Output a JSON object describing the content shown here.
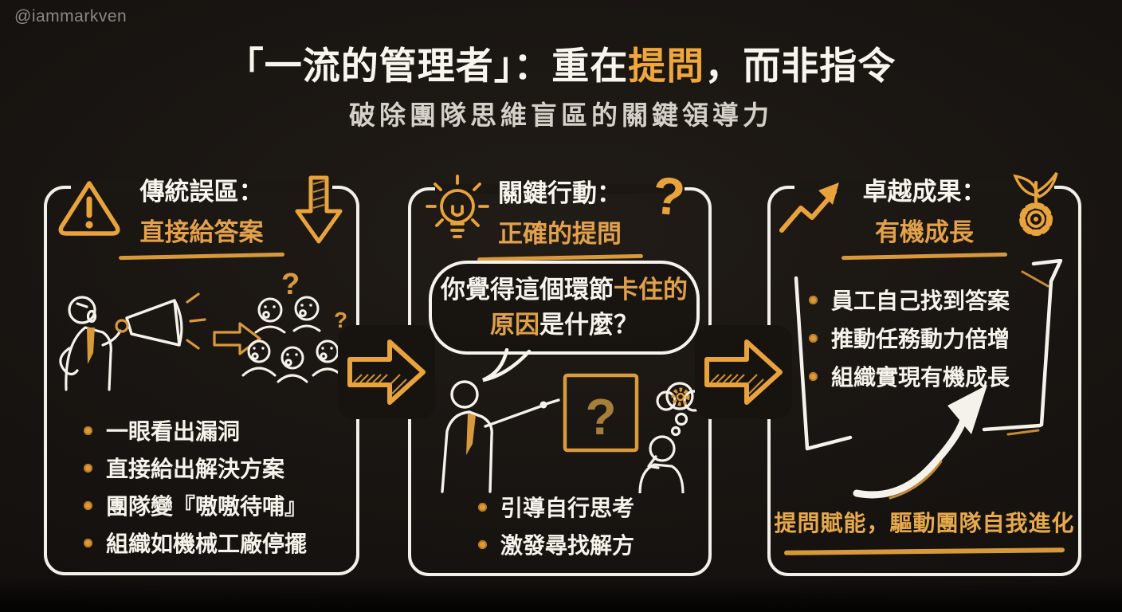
{
  "watermark": "@iammarkven",
  "header": {
    "title_prefix": "「一流的管理者」：重在",
    "title_highlight": "提問",
    "title_suffix": "，而非指令",
    "subtitle": "破除團隊思維盲區的關鍵領導力"
  },
  "colors": {
    "background": "#17130f",
    "accent_orange": "#e9a33c",
    "panel_orange_text": "#e2a14a",
    "white": "#f6f3ed",
    "subtitle_gray": "#d5d1c9",
    "board_question": "#a57e3a"
  },
  "glyphs": {
    "question_mark": "?"
  },
  "panels": [
    {
      "icon_left": "warning-triangle-icon",
      "icon_right": "block-arrow-down-icon",
      "title_line1": "傳統誤區：",
      "title_line2": "直接給答案",
      "illustration": "megaphone-manager-shouting-at-confused-crowd",
      "bullets": [
        "一眼看出漏洞",
        "直接給出解決方案",
        "團隊變『嗷嗷待哺』",
        "組織如機械工廠停擺"
      ]
    },
    {
      "icon_left": "lightbulb-icon",
      "icon_right": "question-mark-icon",
      "title_line1": "關鍵行動：",
      "title_line2": "正確的提問",
      "speech_bubble": {
        "prefix": "你覺得這個環節",
        "highlight": "卡住的原因",
        "suffix": "是什麼？"
      },
      "illustration": "manager-pointing-at-question-board-employee-thinking",
      "bullets": [
        "引導自行思考",
        "激發尋找解方"
      ]
    },
    {
      "icon_left": "growth-chart-arrow-icon",
      "icon_right": "gear-sprout-icon",
      "title_line1": "卓越成果：",
      "title_line2": "有機成長",
      "illustration": "sketch-frame-with-rising-arrow",
      "bullets": [
        "員工自己找到答案",
        "推動任務動力倍增",
        "組織實現有機成長"
      ],
      "tagline": "提問賦能，驅動團隊自我進化"
    }
  ]
}
